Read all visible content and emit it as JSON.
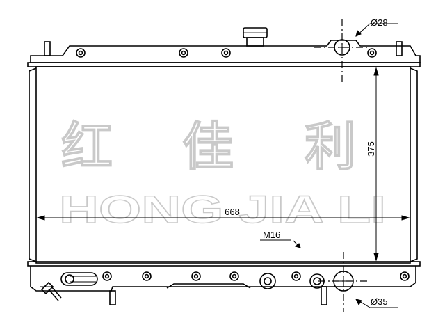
{
  "watermark": {
    "chinese": [
      "红",
      "佳",
      "利"
    ],
    "latin": "HONG JIA LI"
  },
  "dimensions": {
    "width": "668",
    "height": "375",
    "thread": "M16",
    "inlet_diameter": "Ø28",
    "outlet_diameter": "Ø35"
  },
  "colors": {
    "line": "#000000",
    "watermark_outline": "#c9c9c9",
    "background": "#ffffff"
  }
}
